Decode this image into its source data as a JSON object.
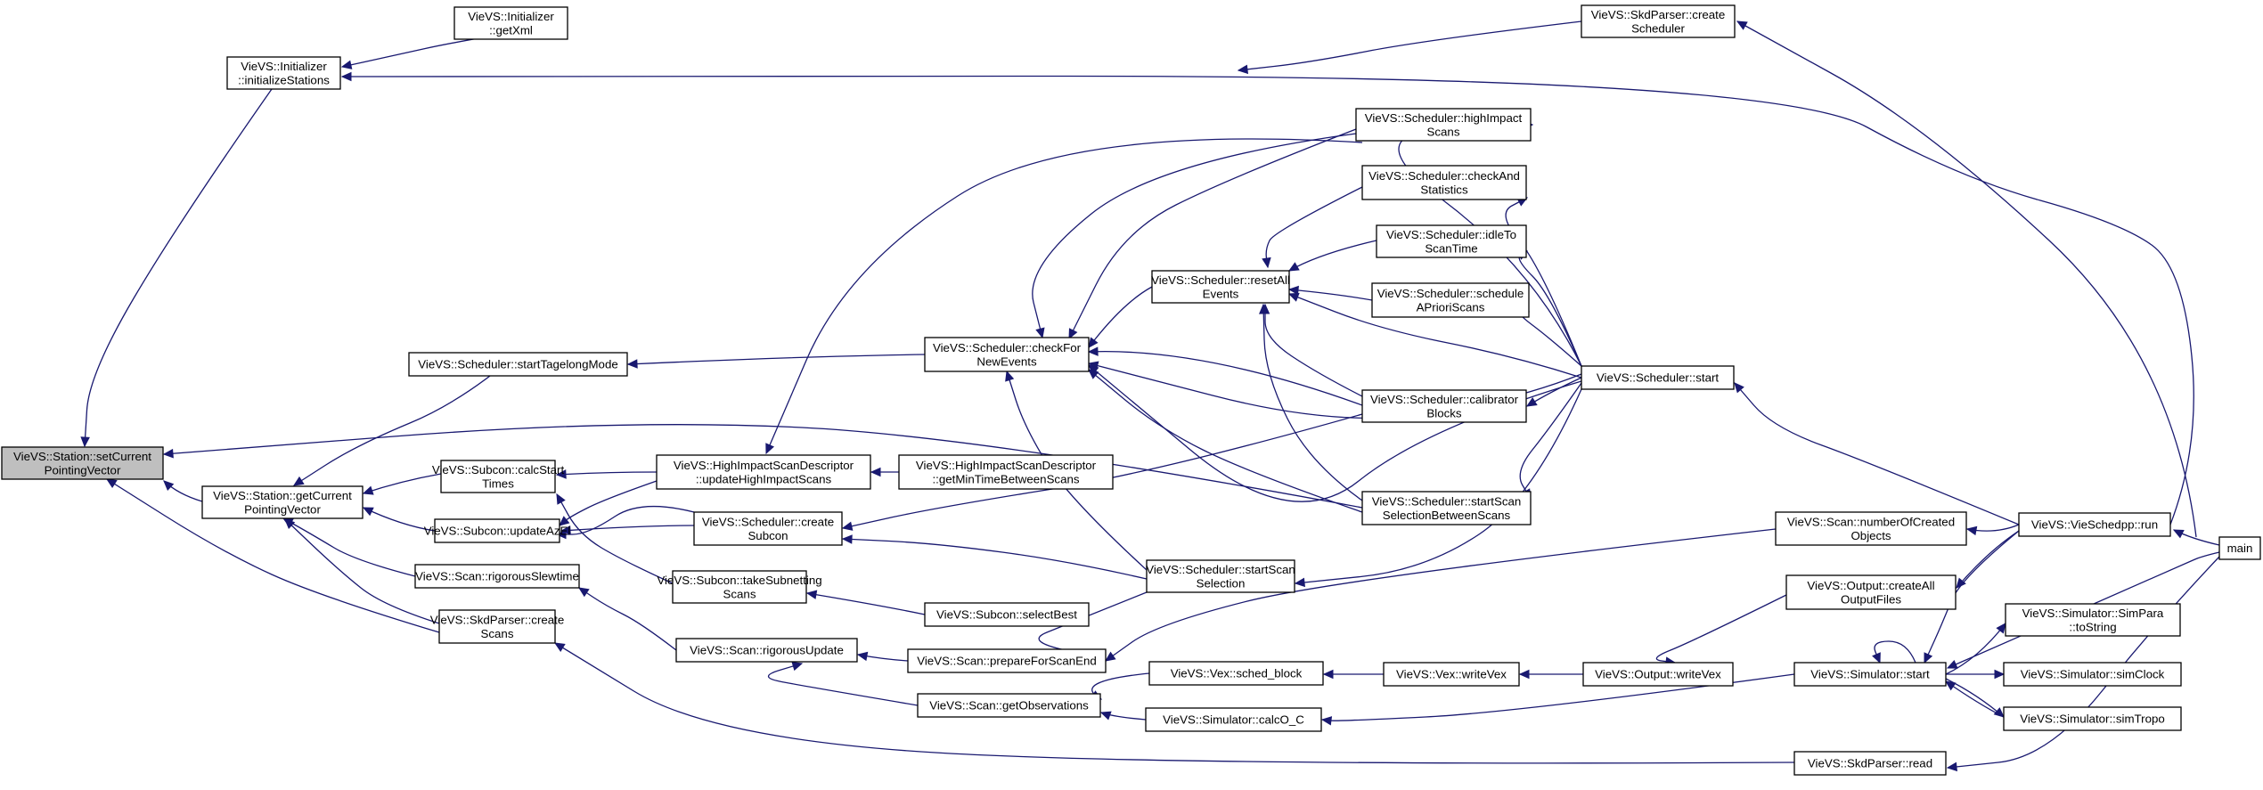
{
  "diagram": {
    "type": "call-graph",
    "colors": {
      "edge": "#191970",
      "node_border": "#000000",
      "node_fill": "#ffffff",
      "root_fill": "#bfbfbf"
    },
    "nodes": [
      {
        "id": "setCurrent",
        "lines": [
          "VieVS::Station::setCurrent",
          "PointingVector"
        ],
        "root": true
      },
      {
        "id": "initGetXml",
        "lines": [
          "VieVS::Initializer",
          "::getXml"
        ]
      },
      {
        "id": "initStations",
        "lines": [
          "VieVS::Initializer",
          "::initializeStations"
        ]
      },
      {
        "id": "skdCreateSched",
        "lines": [
          "VieVS::SkdParser::create",
          "Scheduler"
        ]
      },
      {
        "id": "schedHighImpact",
        "lines": [
          "VieVS::Scheduler::highImpact",
          "Scans"
        ]
      },
      {
        "id": "schedCheckAnd",
        "lines": [
          "VieVS::Scheduler::checkAnd",
          "Statistics"
        ]
      },
      {
        "id": "schedIdleTo",
        "lines": [
          "VieVS::Scheduler::idleTo",
          "ScanTime"
        ]
      },
      {
        "id": "schedResetAll",
        "lines": [
          "VieVS::Scheduler::resetAll",
          "Events"
        ]
      },
      {
        "id": "schedSchedApriori",
        "lines": [
          "VieVS::Scheduler::schedule",
          "APrioriScans"
        ]
      },
      {
        "id": "schedTagelong",
        "lines": [
          "VieVS::Scheduler::startTagelongMode"
        ]
      },
      {
        "id": "schedCheckFor",
        "lines": [
          "VieVS::Scheduler::checkFor",
          "NewEvents"
        ]
      },
      {
        "id": "schedCalibrator",
        "lines": [
          "VieVS::Scheduler::calibrator",
          "Blocks"
        ]
      },
      {
        "id": "schedStart",
        "lines": [
          "VieVS::Scheduler::start"
        ]
      },
      {
        "id": "stationGetCurrent",
        "lines": [
          "VieVS::Station::getCurrent",
          "PointingVector"
        ]
      },
      {
        "id": "subconCalcStart",
        "lines": [
          "VieVS::Subcon::calcStart",
          "Times"
        ]
      },
      {
        "id": "hisdUpdate",
        "lines": [
          "VieVS::HighImpactScanDescriptor",
          "::updateHighImpactScans"
        ]
      },
      {
        "id": "hisdGetMin",
        "lines": [
          "VieVS::HighImpactScanDescriptor",
          "::getMinTimeBetweenScans"
        ]
      },
      {
        "id": "schedStartScanBetween",
        "lines": [
          "VieVS::Scheduler::startScan",
          "SelectionBetweenScans"
        ]
      },
      {
        "id": "subconUpdateAzEl",
        "lines": [
          "VieVS::Subcon::updateAzEl"
        ]
      },
      {
        "id": "schedCreateSubcon",
        "lines": [
          "VieVS::Scheduler::create",
          "Subcon"
        ]
      },
      {
        "id": "scanNumberOf",
        "lines": [
          "VieVS::Scan::numberOfCreated",
          "Objects"
        ]
      },
      {
        "id": "vieSchedRun",
        "lines": [
          "VieVS::VieSchedpp::run"
        ]
      },
      {
        "id": "main",
        "lines": [
          "main"
        ]
      },
      {
        "id": "scanRigorousSlew",
        "lines": [
          "VieVS::Scan::rigorousSlewtime"
        ]
      },
      {
        "id": "subconTakeSub",
        "lines": [
          "VieVS::Subcon::takeSubnetting",
          "Scans"
        ]
      },
      {
        "id": "schedStartScanSel",
        "lines": [
          "VieVS::Scheduler::startScan",
          "Selection"
        ]
      },
      {
        "id": "outputCreateAll",
        "lines": [
          "VieVS::Output::createAll",
          "OutputFiles"
        ]
      },
      {
        "id": "skdCreateScans",
        "lines": [
          "VieVS::SkdParser::create",
          "Scans"
        ]
      },
      {
        "id": "subconSelectBest",
        "lines": [
          "VieVS::Subcon::selectBest"
        ]
      },
      {
        "id": "simSimPara",
        "lines": [
          "VieVS::Simulator::SimPara",
          "::toString"
        ]
      },
      {
        "id": "scanRigorousUpdate",
        "lines": [
          "VieVS::Scan::rigorousUpdate"
        ]
      },
      {
        "id": "scanPrepare",
        "lines": [
          "VieVS::Scan::prepareForScanEnd"
        ]
      },
      {
        "id": "vexSchedBlock",
        "lines": [
          "VieVS::Vex::sched_block"
        ]
      },
      {
        "id": "vexWriteVex",
        "lines": [
          "VieVS::Vex::writeVex"
        ]
      },
      {
        "id": "outputWriteVex",
        "lines": [
          "VieVS::Output::writeVex"
        ]
      },
      {
        "id": "simStart",
        "lines": [
          "VieVS::Simulator::start"
        ]
      },
      {
        "id": "simSimClock",
        "lines": [
          "VieVS::Simulator::simClock"
        ]
      },
      {
        "id": "scanGetObs",
        "lines": [
          "VieVS::Scan::getObservations"
        ]
      },
      {
        "id": "simCalcOC",
        "lines": [
          "VieVS::Simulator::calcO_C"
        ]
      },
      {
        "id": "simSimTropo",
        "lines": [
          "VieVS::Simulator::simTropo"
        ]
      },
      {
        "id": "skdRead",
        "lines": [
          "VieVS::SkdParser::read"
        ]
      }
    ]
  }
}
